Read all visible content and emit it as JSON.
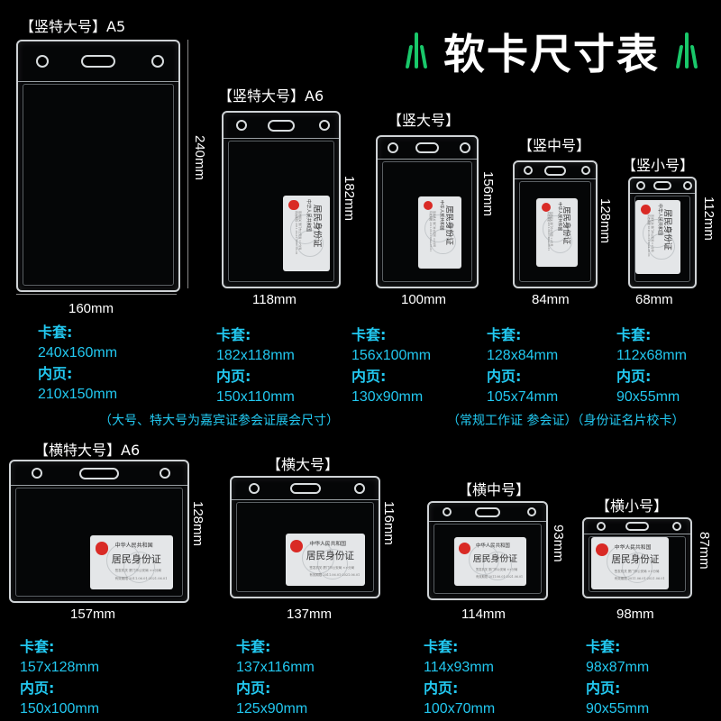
{
  "title": "软卡尺寸表",
  "accent_color": "#19c86a",
  "spec_color": "#22c8f0",
  "card_text": {
    "country": "中华人民共和国",
    "id_label": "居民身份证",
    "issuer": "签发机关 厦门市公安局 ××分局",
    "validity": "有效期限 2011.06.01-2021.06.01"
  },
  "vertical": [
    {
      "label": "【竖特大号】A5",
      "width": "160mm",
      "height": "240mm",
      "sleeve_label": "卡套:",
      "sleeve": "240x160mm",
      "inner_label": "内页:",
      "inner": "210x150mm"
    },
    {
      "label": "【竖特大号】A6",
      "width": "118mm",
      "height": "182mm",
      "sleeve_label": "卡套:",
      "sleeve": "182x118mm",
      "inner_label": "内页:",
      "inner": "150x110mm"
    },
    {
      "label": "【竖大号】",
      "width": "100mm",
      "height": "156mm",
      "sleeve_label": "卡套:",
      "sleeve": "156x100mm",
      "inner_label": "内页:",
      "inner": "130x90mm"
    },
    {
      "label": "【竖中号】",
      "width": "84mm",
      "height": "128mm",
      "sleeve_label": "卡套:",
      "sleeve": "128x84mm",
      "inner_label": "内页:",
      "inner": "105x74mm"
    },
    {
      "label": "【竖小号】",
      "width": "68mm",
      "height": "112mm",
      "sleeve_label": "卡套:",
      "sleeve": "112x68mm",
      "inner_label": "内页:",
      "inner": "90x55mm"
    }
  ],
  "note_left": "（大号、特大号为嘉宾证参会证展会尺寸）",
  "note_right": "（常规工作证 参会证）（身份证名片校卡）",
  "horizontal": [
    {
      "label": "【横特大号】A6",
      "width": "157mm",
      "height": "128mm",
      "sleeve_label": "卡套:",
      "sleeve": "157x128mm",
      "inner_label": "内页:",
      "inner": "150x100mm"
    },
    {
      "label": "【横大号】",
      "width": "137mm",
      "height": "116mm",
      "sleeve_label": "卡套:",
      "sleeve": "137x116mm",
      "inner_label": "内页:",
      "inner": "125x90mm"
    },
    {
      "label": "【横中号】",
      "width": "114mm",
      "height": "93mm",
      "sleeve_label": "卡套:",
      "sleeve": "114x93mm",
      "inner_label": "内页:",
      "inner": "100x70mm"
    },
    {
      "label": "【横小号】",
      "width": "98mm",
      "height": "87mm",
      "sleeve_label": "卡套:",
      "sleeve": "98x87mm",
      "inner_label": "内页:",
      "inner": "90x55mm"
    }
  ]
}
